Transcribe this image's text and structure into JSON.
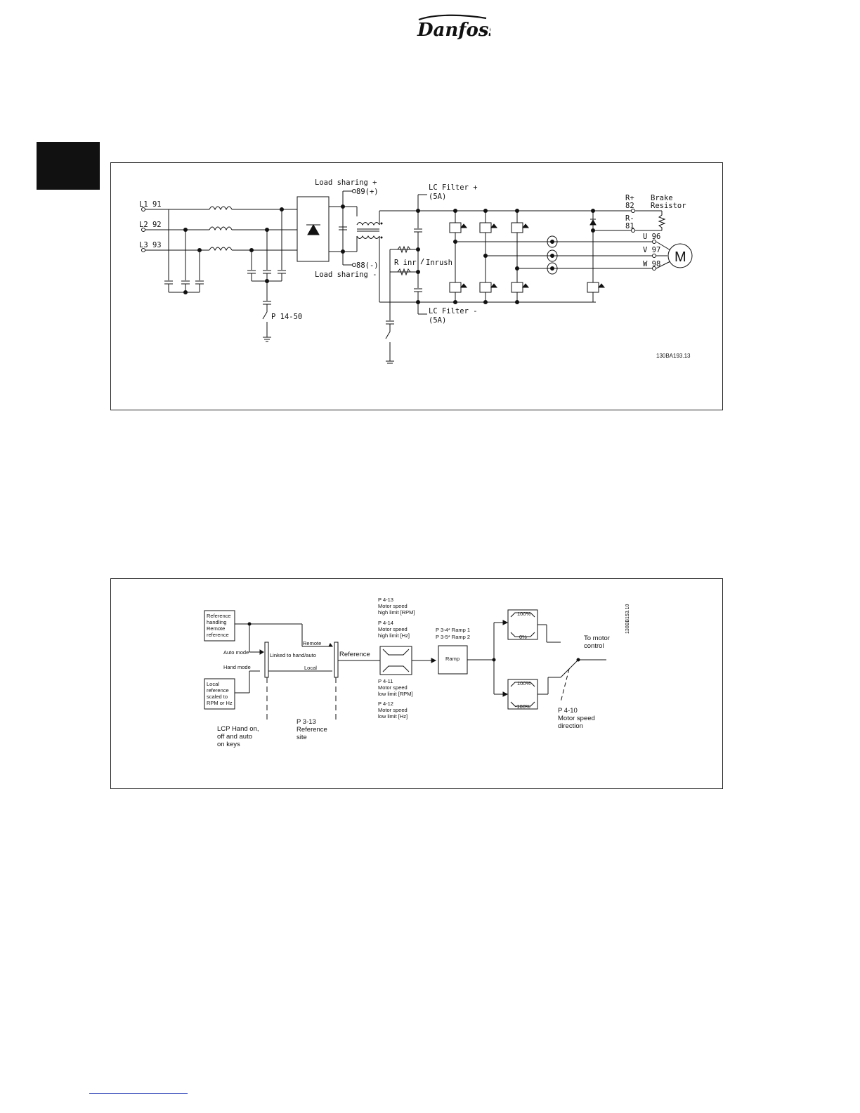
{
  "logo": {
    "text": "Danfoss"
  },
  "diagram1": {
    "inputs": [
      "L1 91",
      "L2 92",
      "L3 93"
    ],
    "p1450": "P 14-50",
    "load_sharing_plus": "Load sharing +",
    "load_sharing_minus": "Load sharing -",
    "term_89": "89(+)",
    "term_88": "88(-)",
    "lc_filter_plus": "LC Filter +",
    "lc_filter_plus_a": "(5A)",
    "lc_filter_minus": "LC Filter -",
    "lc_filter_minus_a": "(5A)",
    "r_inr": "R inr",
    "inrush": "Inrush",
    "r_plus": "R+",
    "r_plus_num": "82",
    "r_minus": "R-",
    "r_minus_num": "81",
    "brake": "Brake",
    "resistor": "Resistor",
    "u96": "U 96",
    "v97": "V 97",
    "w98": "W 98",
    "motor": "M",
    "code": "130BA193.13"
  },
  "diagram2": {
    "ref_remote": [
      "Reference",
      "handling",
      "Remote",
      "reference"
    ],
    "local_ref": [
      "Local",
      "reference",
      "scaled to",
      "RPM or Hz"
    ],
    "auto_mode": "Auto mode",
    "hand_mode": "Hand mode",
    "linked": "Linked to hand/auto",
    "remote": "Remote",
    "local": "Local",
    "reference": "Reference",
    "p413": [
      "P 4-13",
      "Motor speed",
      "high limit [RPM]"
    ],
    "p414": [
      "P 4-14",
      "Motor speed",
      "high limit [Hz]"
    ],
    "p411": [
      "P 4-11",
      "Motor speed",
      "low limit [RPM]"
    ],
    "p412": [
      "P 4-12",
      "Motor speed",
      "low limit [Hz]"
    ],
    "ramp_params": [
      "P 3-4* Ramp 1",
      "P 3-5* Ramp 2"
    ],
    "ramp": "Ramp",
    "box_top": [
      "100%",
      "0%"
    ],
    "box_bottom": [
      "100%",
      "-100%"
    ],
    "to_motor": [
      "To motor",
      "control"
    ],
    "p410": [
      "P 4-10",
      "Motor speed",
      "direction"
    ],
    "lcp": [
      "LCP Hand on,",
      "off and auto",
      "on keys"
    ],
    "p313": [
      "P 3-13",
      "Reference",
      "site"
    ],
    "code": "130BB153.10"
  }
}
